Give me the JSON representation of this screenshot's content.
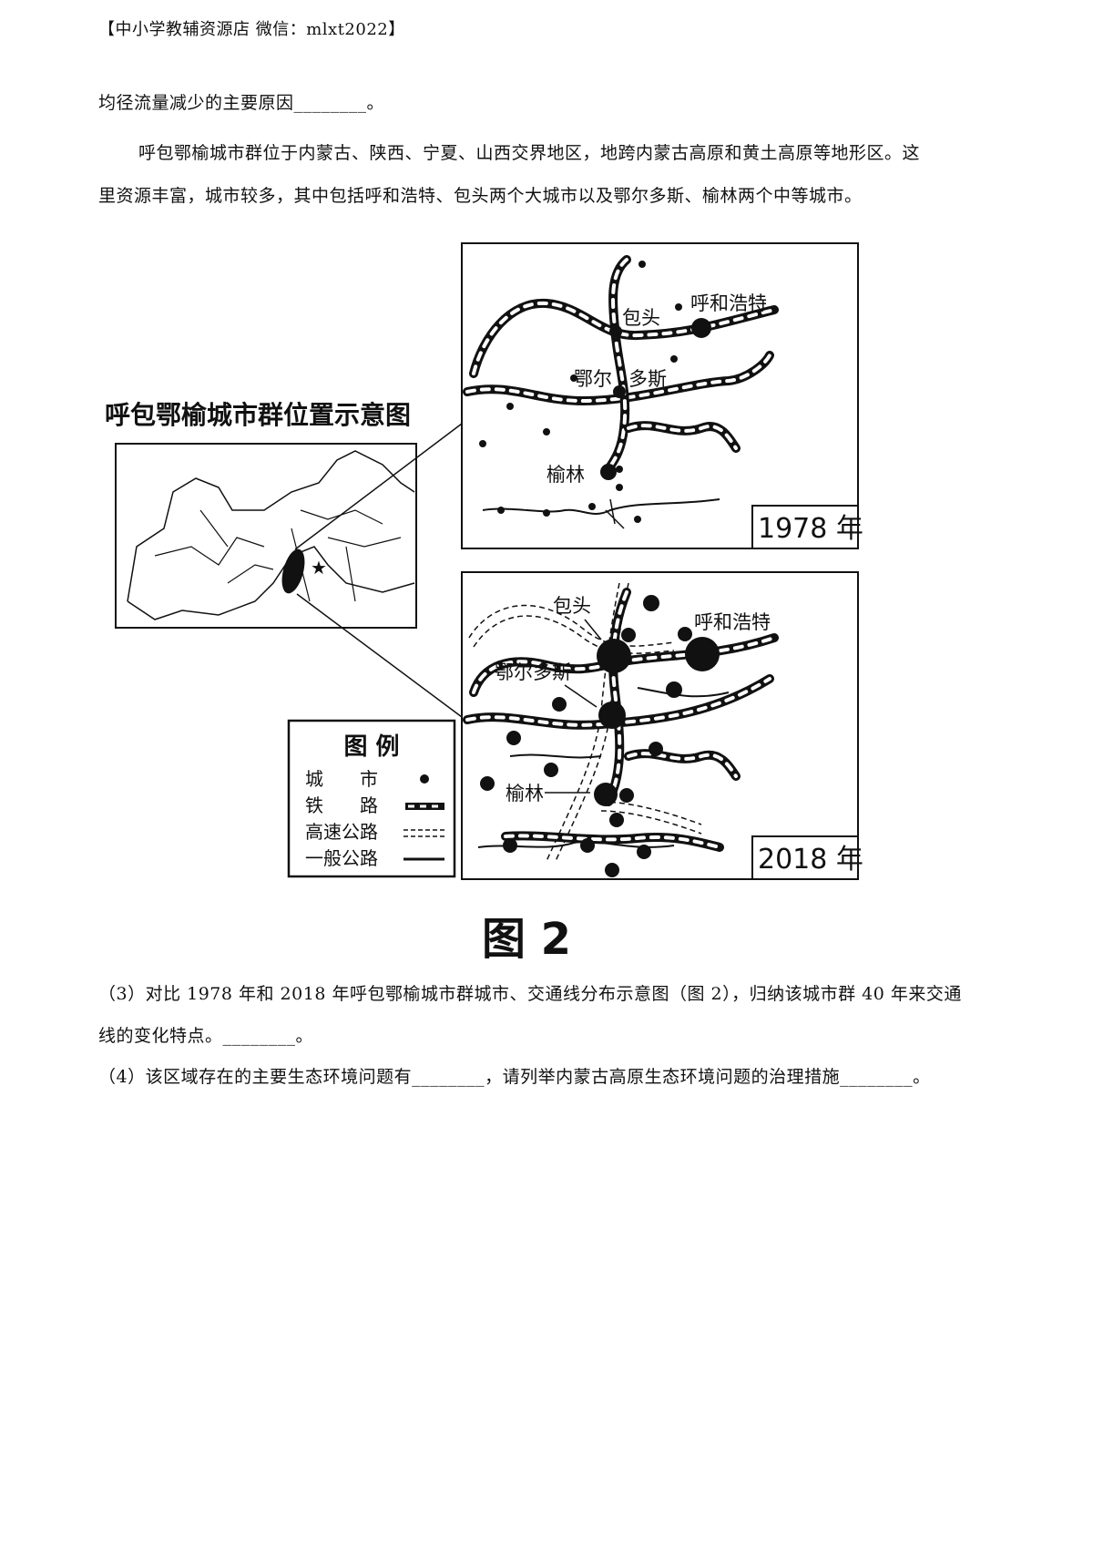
{
  "header": {
    "watermark": "【中小学教辅资源店  微信：mlxt2022】"
  },
  "paragraphs": {
    "p1": "均径流量减少的主要原因________。",
    "p2a": "呼包鄂榆城市群位于内蒙古、陕西、宁夏、山西交界地区，地跨内蒙古高原和黄土高原等地形区。这",
    "p2b": "里资源丰富，城市较多，其中包括呼和浩特、包头两个大城市以及鄂尔多斯、榆林两个中等城市。"
  },
  "figure": {
    "location_map_title": "呼包鄂榆城市群位置示意图",
    "map1978": {
      "year": "1978 年",
      "cities": {
        "baotou": "包头",
        "hohhot": "呼和浩特",
        "ordos_a": "鄂尔",
        "ordos_b": "多斯",
        "yulin": "榆林"
      }
    },
    "map2018": {
      "year": "2018 年",
      "cities": {
        "baotou": "包头",
        "hohhot": "呼和浩特",
        "ordos": "鄂尔多斯",
        "yulin": "榆林"
      }
    },
    "legend": {
      "title": "图 例",
      "city": "城　　市",
      "railway": "铁　　路",
      "highway": "高速公路",
      "road": "一般公路"
    },
    "caption": "图 2"
  },
  "questions": {
    "q3a": "（3）对比 1978 年和 2018 年呼包鄂榆城市群城市、交通线分布示意图（图 2），归纳该城市群 40 年来交通",
    "q3b": "线的变化特点。________。",
    "q4": "（4）该区域存在的主要生态环境问题有________，请列举内蒙古高原生态环境问题的治理措施________。"
  }
}
